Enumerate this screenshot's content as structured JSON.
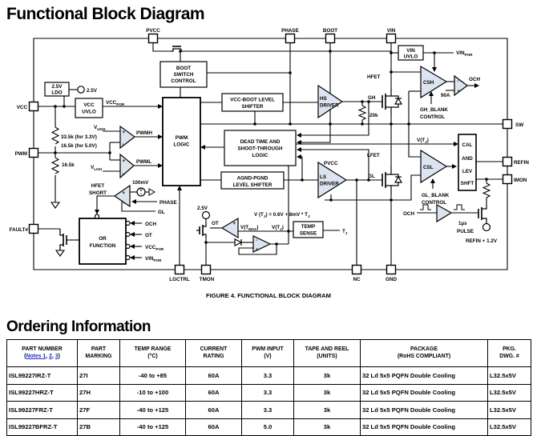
{
  "titles": {
    "functional": "Functional Block Diagram",
    "ordering": "Ordering Information"
  },
  "figure_caption": "FIGURE 4. FUNCTIONAL BLOCK DIAGRAM",
  "colors": {
    "triangle_fill": "#dce4f0",
    "link_blue": "#2230c8",
    "line_black": "#000000"
  },
  "diagram": {
    "pins": {
      "pvcc": "PVCC",
      "phase": "PHASE",
      "boot": "BOOT",
      "vin": "VIN",
      "vcc": "VCC",
      "pwm": "PWM",
      "fault": "FAULT#",
      "sw": "SW",
      "refin": "REFIN",
      "imon": "IMON",
      "lgctrl": "LGCTRL",
      "tmon": "TMON",
      "nc": "NC",
      "gnd": "GND"
    },
    "blocks": {
      "ldo": [
        "2.5V",
        "LDO"
      ],
      "vcc_uvlo": [
        "VCC",
        "UVLO"
      ],
      "boot_switch": [
        "BOOT",
        "SWITCH",
        "CONTROL"
      ],
      "pwm_logic": [
        "PWM",
        "LOGIC"
      ],
      "vcc_boot": [
        "VCC-BOOT LEVEL",
        "SHIFTER"
      ],
      "dead_time": [
        "DEAD TIME AND",
        "SHOOT-THROUGH",
        "LOGIC"
      ],
      "agnd": [
        "AGND-PGND",
        "LEVEL SHIFTER"
      ],
      "vin_uvlo": [
        "VIN",
        "UVLO"
      ],
      "temp_sense": [
        "TEMP",
        "SENSE"
      ],
      "cal": [
        "CAL",
        "AND",
        "LEV",
        "SHFT"
      ],
      "or_fn": [
        "OR",
        "FUNCTION"
      ],
      "hs": [
        "HS",
        "DRIVER"
      ],
      "ls": [
        "LS",
        "DRIVER"
      ],
      "csh": "CSH",
      "csl": "CSL"
    },
    "labels": {
      "v25_out": "2.5V",
      "vcc_por": [
        "VCC",
        "POR"
      ],
      "vin_por": [
        "VIN",
        "POR"
      ],
      "v_ugh": [
        "V",
        "UGH"
      ],
      "pwmh": "PWMH",
      "v_lgh": [
        "V",
        "LGH"
      ],
      "pwml": "PWML",
      "r_33k": "33.5k (for 3.3V)",
      "r_16k5": "16.5k (for 5.0V)",
      "r_16k": "16.5k",
      "hfet_short": [
        "HFET",
        "SHORT"
      ],
      "mv100": "100mV",
      "phase_in": "PHASE",
      "gl_in": "GL",
      "or_och": "OCH",
      "or_ot": "OT",
      "hfet": "HFET",
      "gh": "GH",
      "k20": "20k",
      "lfet": "LFET",
      "gl": "GL",
      "pvcc_ls": "PVCC",
      "a90": "90A",
      "och_out": "OCH",
      "gh_blank": [
        "GH_BLANK",
        "CONTROL"
      ],
      "gl_blank": [
        "GL_BLANK",
        "CONTROL"
      ],
      "vtj": [
        "V(T",
        "J",
        ")"
      ],
      "vtmax": [
        "V(T",
        "MAX",
        ")"
      ],
      "eq": [
        "V (T",
        "J",
        ") = 0.6V + 8mV * T",
        "J"
      ],
      "tj": [
        "T",
        "J"
      ],
      "och_pulse": "OCH",
      "pulse": [
        "1µs",
        "PULSE"
      ],
      "refin12": "REFIN + 1.2V",
      "v25_mid": "2.5V",
      "ot": "OT"
    }
  },
  "table": {
    "headers": {
      "c1a": "PART NUMBER",
      "c2": [
        "PART",
        "MARKING"
      ],
      "c3": [
        "TEMP RANGE",
        "(°C)"
      ],
      "c4": [
        "CURRENT",
        "RATING"
      ],
      "c5": [
        "PWM INPUT",
        "(V)"
      ],
      "c6": [
        "TAPE AND REEL",
        "(UNITS)"
      ],
      "c7": [
        "PACKAGE",
        "(RoHS COMPLIANT)"
      ],
      "c8": [
        "PKG.",
        "DWG. #"
      ]
    },
    "notes": {
      "open": "(",
      "n1": "Notes 1",
      "s1": ", ",
      "n2": "2",
      "s2": ", ",
      "n3": "3",
      "close": ")"
    },
    "rows": [
      [
        "ISL99227IRZ-T",
        "27I",
        "-40 to +85",
        "60A",
        "3.3",
        "3k",
        "32 Ld 5x5 PQFN Double Cooling",
        "L32.5x5V"
      ],
      [
        "ISL99227HRZ-T",
        "27H",
        "-10 to +100",
        "60A",
        "3.3",
        "3k",
        "32 Ld 5x5 PQFN Double Cooling",
        "L32.5x5V"
      ],
      [
        "ISL99227FRZ-T",
        "27F",
        "-40 to +125",
        "60A",
        "3.3",
        "3k",
        "32 Ld 5x5 PQFN Double Cooling",
        "L32.5x5V"
      ],
      [
        "ISL99227BFRZ-T",
        "27B",
        "-40 to +125",
        "60A",
        "5.0",
        "3k",
        "32 Ld 5x5 PQFN Double Cooling",
        "L32.5x5V"
      ]
    ]
  }
}
